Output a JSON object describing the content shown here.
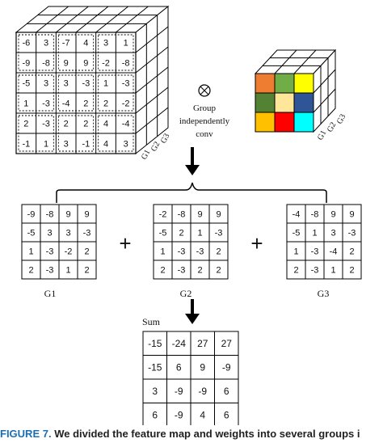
{
  "left_cube": {
    "matrix": [
      [
        "-6",
        "3",
        "-7",
        "4",
        "3",
        "1"
      ],
      [
        "-9",
        "-8",
        "9",
        "9",
        "-2",
        "-8"
      ],
      [
        "-5",
        "3",
        "3",
        "-3",
        "1",
        "-3"
      ],
      [
        "1",
        "-3",
        "-4",
        "2",
        "2",
        "-2"
      ],
      [
        "2",
        "-3",
        "2",
        "2",
        "4",
        "-4"
      ],
      [
        "-1",
        "1",
        "3",
        "-1",
        "4",
        "3"
      ]
    ],
    "group_labels": [
      "G1",
      "G2",
      "G3"
    ]
  },
  "right_cube": {
    "colors": [
      [
        "#ee7d31",
        "#70ad47",
        "#ffff00"
      ],
      [
        "#548235",
        "#ffe699",
        "#2f5597"
      ],
      [
        "#ffc000",
        "#ff0000",
        "#00ffff"
      ]
    ],
    "group_labels": [
      "G1",
      "G2",
      "G3"
    ]
  },
  "operator": {
    "symbol": "⊗",
    "text_lines": [
      "Group",
      "independently",
      "conv"
    ]
  },
  "groups": [
    {
      "label": "G1",
      "matrix": [
        [
          "-9",
          "-8",
          "9",
          "9"
        ],
        [
          "-5",
          "3",
          "3",
          "-3"
        ],
        [
          "1",
          "-3",
          "-2",
          "2"
        ],
        [
          "2",
          "-3",
          "1",
          "2"
        ]
      ]
    },
    {
      "label": "G2",
      "matrix": [
        [
          "-2",
          "-8",
          "9",
          "9"
        ],
        [
          "-5",
          "2",
          "1",
          "-3"
        ],
        [
          "1",
          "-3",
          "-3",
          "2"
        ],
        [
          "2",
          "-3",
          "2",
          "2"
        ]
      ]
    },
    {
      "label": "G3",
      "matrix": [
        [
          "-4",
          "-8",
          "9",
          "9"
        ],
        [
          "-5",
          "1",
          "3",
          "-3"
        ],
        [
          "1",
          "-3",
          "-4",
          "2"
        ],
        [
          "2",
          "-3",
          "1",
          "2"
        ]
      ]
    }
  ],
  "plus_symbol": "+",
  "sum": {
    "label": "Sum",
    "matrix": [
      [
        "-15",
        "-24",
        "27",
        "27"
      ],
      [
        "-15",
        "6",
        "9",
        "-9"
      ],
      [
        "3",
        "-9",
        "-9",
        "6"
      ],
      [
        "6",
        "-9",
        "4",
        "6"
      ]
    ]
  },
  "caption": {
    "fig": "FIGURE 7.",
    "text": " We divided the feature map and weights into several groups i"
  }
}
